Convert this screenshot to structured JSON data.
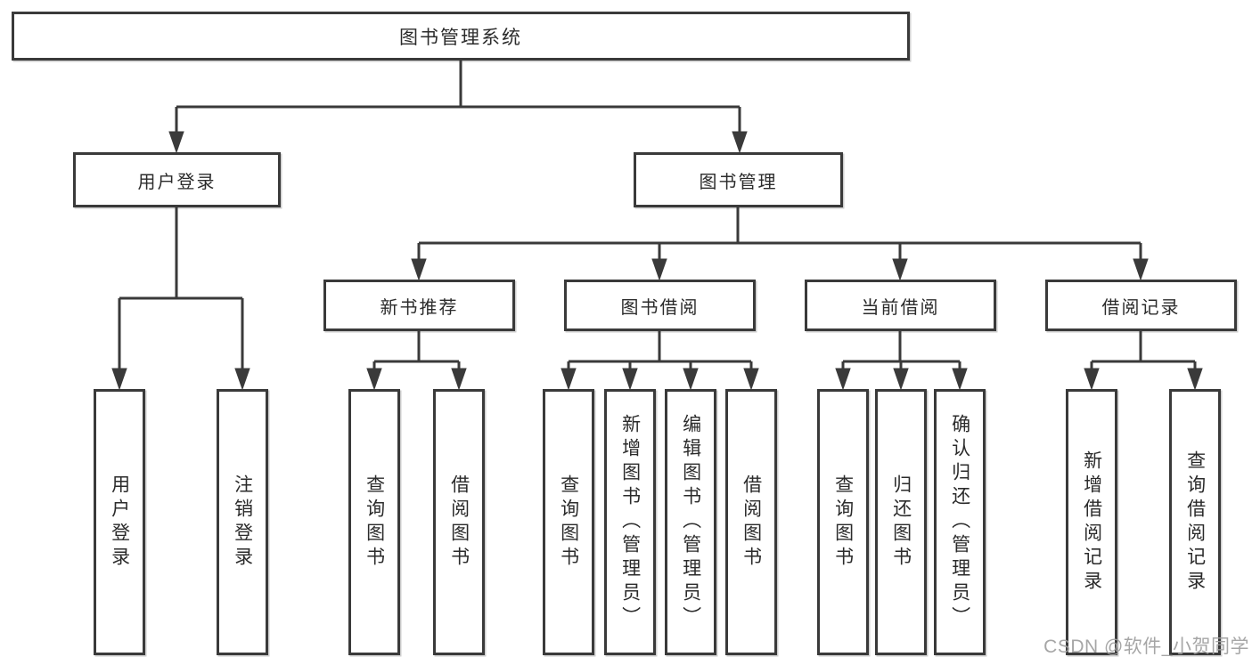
{
  "diagram_title": "图书管理系统",
  "tree": {
    "label": "图书管理系统",
    "children": [
      {
        "label": "用户登录",
        "children": [
          {
            "label": "用户登录"
          },
          {
            "label": "注销登录"
          }
        ]
      },
      {
        "label": "图书管理",
        "children": [
          {
            "label": "新书推荐",
            "children": [
              {
                "label": "查询图书"
              },
              {
                "label": "借阅图书"
              }
            ]
          },
          {
            "label": "图书借阅",
            "children": [
              {
                "label": "查询图书"
              },
              {
                "label": "新增图书（管理员）"
              },
              {
                "label": "编辑图书（管理员）"
              },
              {
                "label": "借阅图书"
              }
            ]
          },
          {
            "label": "当前借阅",
            "children": [
              {
                "label": "查询图书"
              },
              {
                "label": "归还图书"
              },
              {
                "label": "确认归还（管理员）"
              }
            ]
          },
          {
            "label": "借阅记录",
            "children": [
              {
                "label": "新增借阅记录"
              },
              {
                "label": "查询借阅记录"
              }
            ]
          }
        ]
      }
    ]
  },
  "watermark": "CSDN @软件_小贺同学",
  "colors": {
    "line": "#3a3a3a",
    "box_border": "#3a3a3a",
    "text": "#2b2b2b",
    "background": "#ffffff",
    "watermark": "#9f9f9f"
  }
}
